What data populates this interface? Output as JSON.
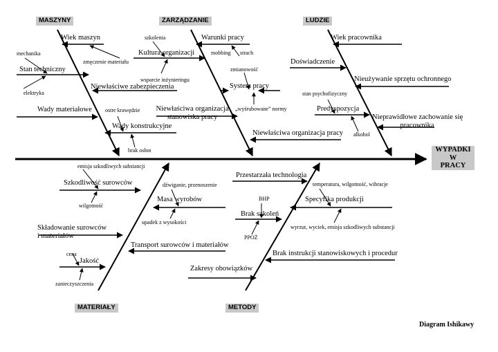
{
  "categories": {
    "maszyny": "MASZYNY",
    "zarzadzanie": "ZARZĄDZANIE",
    "ludzie": "LUDZIE",
    "materialy": "MATERIAŁY",
    "metody": "METODY"
  },
  "effect": {
    "line1": "WYPADKI",
    "line2": "W",
    "line3": "PRACY"
  },
  "footer": "Diagram Ishikawy",
  "maszyny": {
    "wiek_maszyn": "Wiek maszyn",
    "zmeczenie": "zmęczenie materiału",
    "mechanika": "mechanika",
    "stan_techniczny": "Stan  techniczny",
    "elektryka": "elektryka",
    "niewlasciwe_zabezpieczenia": "Niewłaściwe zabezpieczenia",
    "wady_materialowe": "Wady materiałowe",
    "ostre_krawedzie": "ostre krawędzie",
    "wady_konstrukcyjne": "Wady    konstrukcyjne",
    "brak_oslon": "brak osłon"
  },
  "zarzadzanie": {
    "szkolenia": "szkolenia",
    "kultura_organizacji": "Kultura  organizacji",
    "wsparcie": "wsparcie inżynieringu",
    "warunki_pracy": "Warunki    pracy",
    "mobbing": "mobbing",
    "strach": "strach",
    "zmianowosc": "zmianowość",
    "system_pracy": "System       pracy",
    "wysrubowane": "„wyśrubowane” normy",
    "niewlasciwa_org_1": "Niewłaściwa organizacja",
    "niewlasciwa_org_2": "stanowiska pracy",
    "niewlasciwa_org_pracy": "Niewłaściwa organizacja pracy"
  },
  "ludzie": {
    "wiek_pracownika": "Wiek pracownika",
    "doswiadczenie": "Doświadczenie",
    "nieuzywanie": "Nieużywanie sprzętu ochronnego",
    "stan_psychofizyczny": "stan psychofizyczny",
    "predyspozycja": "Predyspozycja",
    "alkohol": "alkohol",
    "nieprawidlowe_1": "Nieprawidłowe zachowanie się",
    "nieprawidlowe_2": "pracownika"
  },
  "materialy": {
    "emisja": "emisja szkodliwych substancji",
    "szkodliwosc": "Szkodliwość  surowców",
    "wilgotnosc": "wilgotność",
    "skladowanie_1": "Składowanie surowców",
    "skladowanie_2": "i materiałów",
    "cena": "cena",
    "jakosc": "Jakość",
    "zanieczyszczenia": "zanieczyszczenia"
  },
  "srodek": {
    "dzwiganie": "dźwiganie, przenoszenie",
    "masa_wyrobow": "Masa     wyrobów",
    "upadek": "upadek  z   wysokości",
    "transport": "Transport surowców i materiałów"
  },
  "metody": {
    "przestarzala": "Przestarzała technologia",
    "temperatura": "temperatura, wilgotność, wibracje",
    "specyfika": "Specyfika      produkcji",
    "wyrzut": "wyrzut, wyciek, emisja szkodliwych substancji",
    "bhp": "BHP",
    "brak_szkolen": "Brak      szkoleń",
    "ppoz": "PPOŻ",
    "brak_instrukcji": "Brak instrukcji stanowiskowych i procedur",
    "zakresy": "Zakresy obowiązków"
  }
}
